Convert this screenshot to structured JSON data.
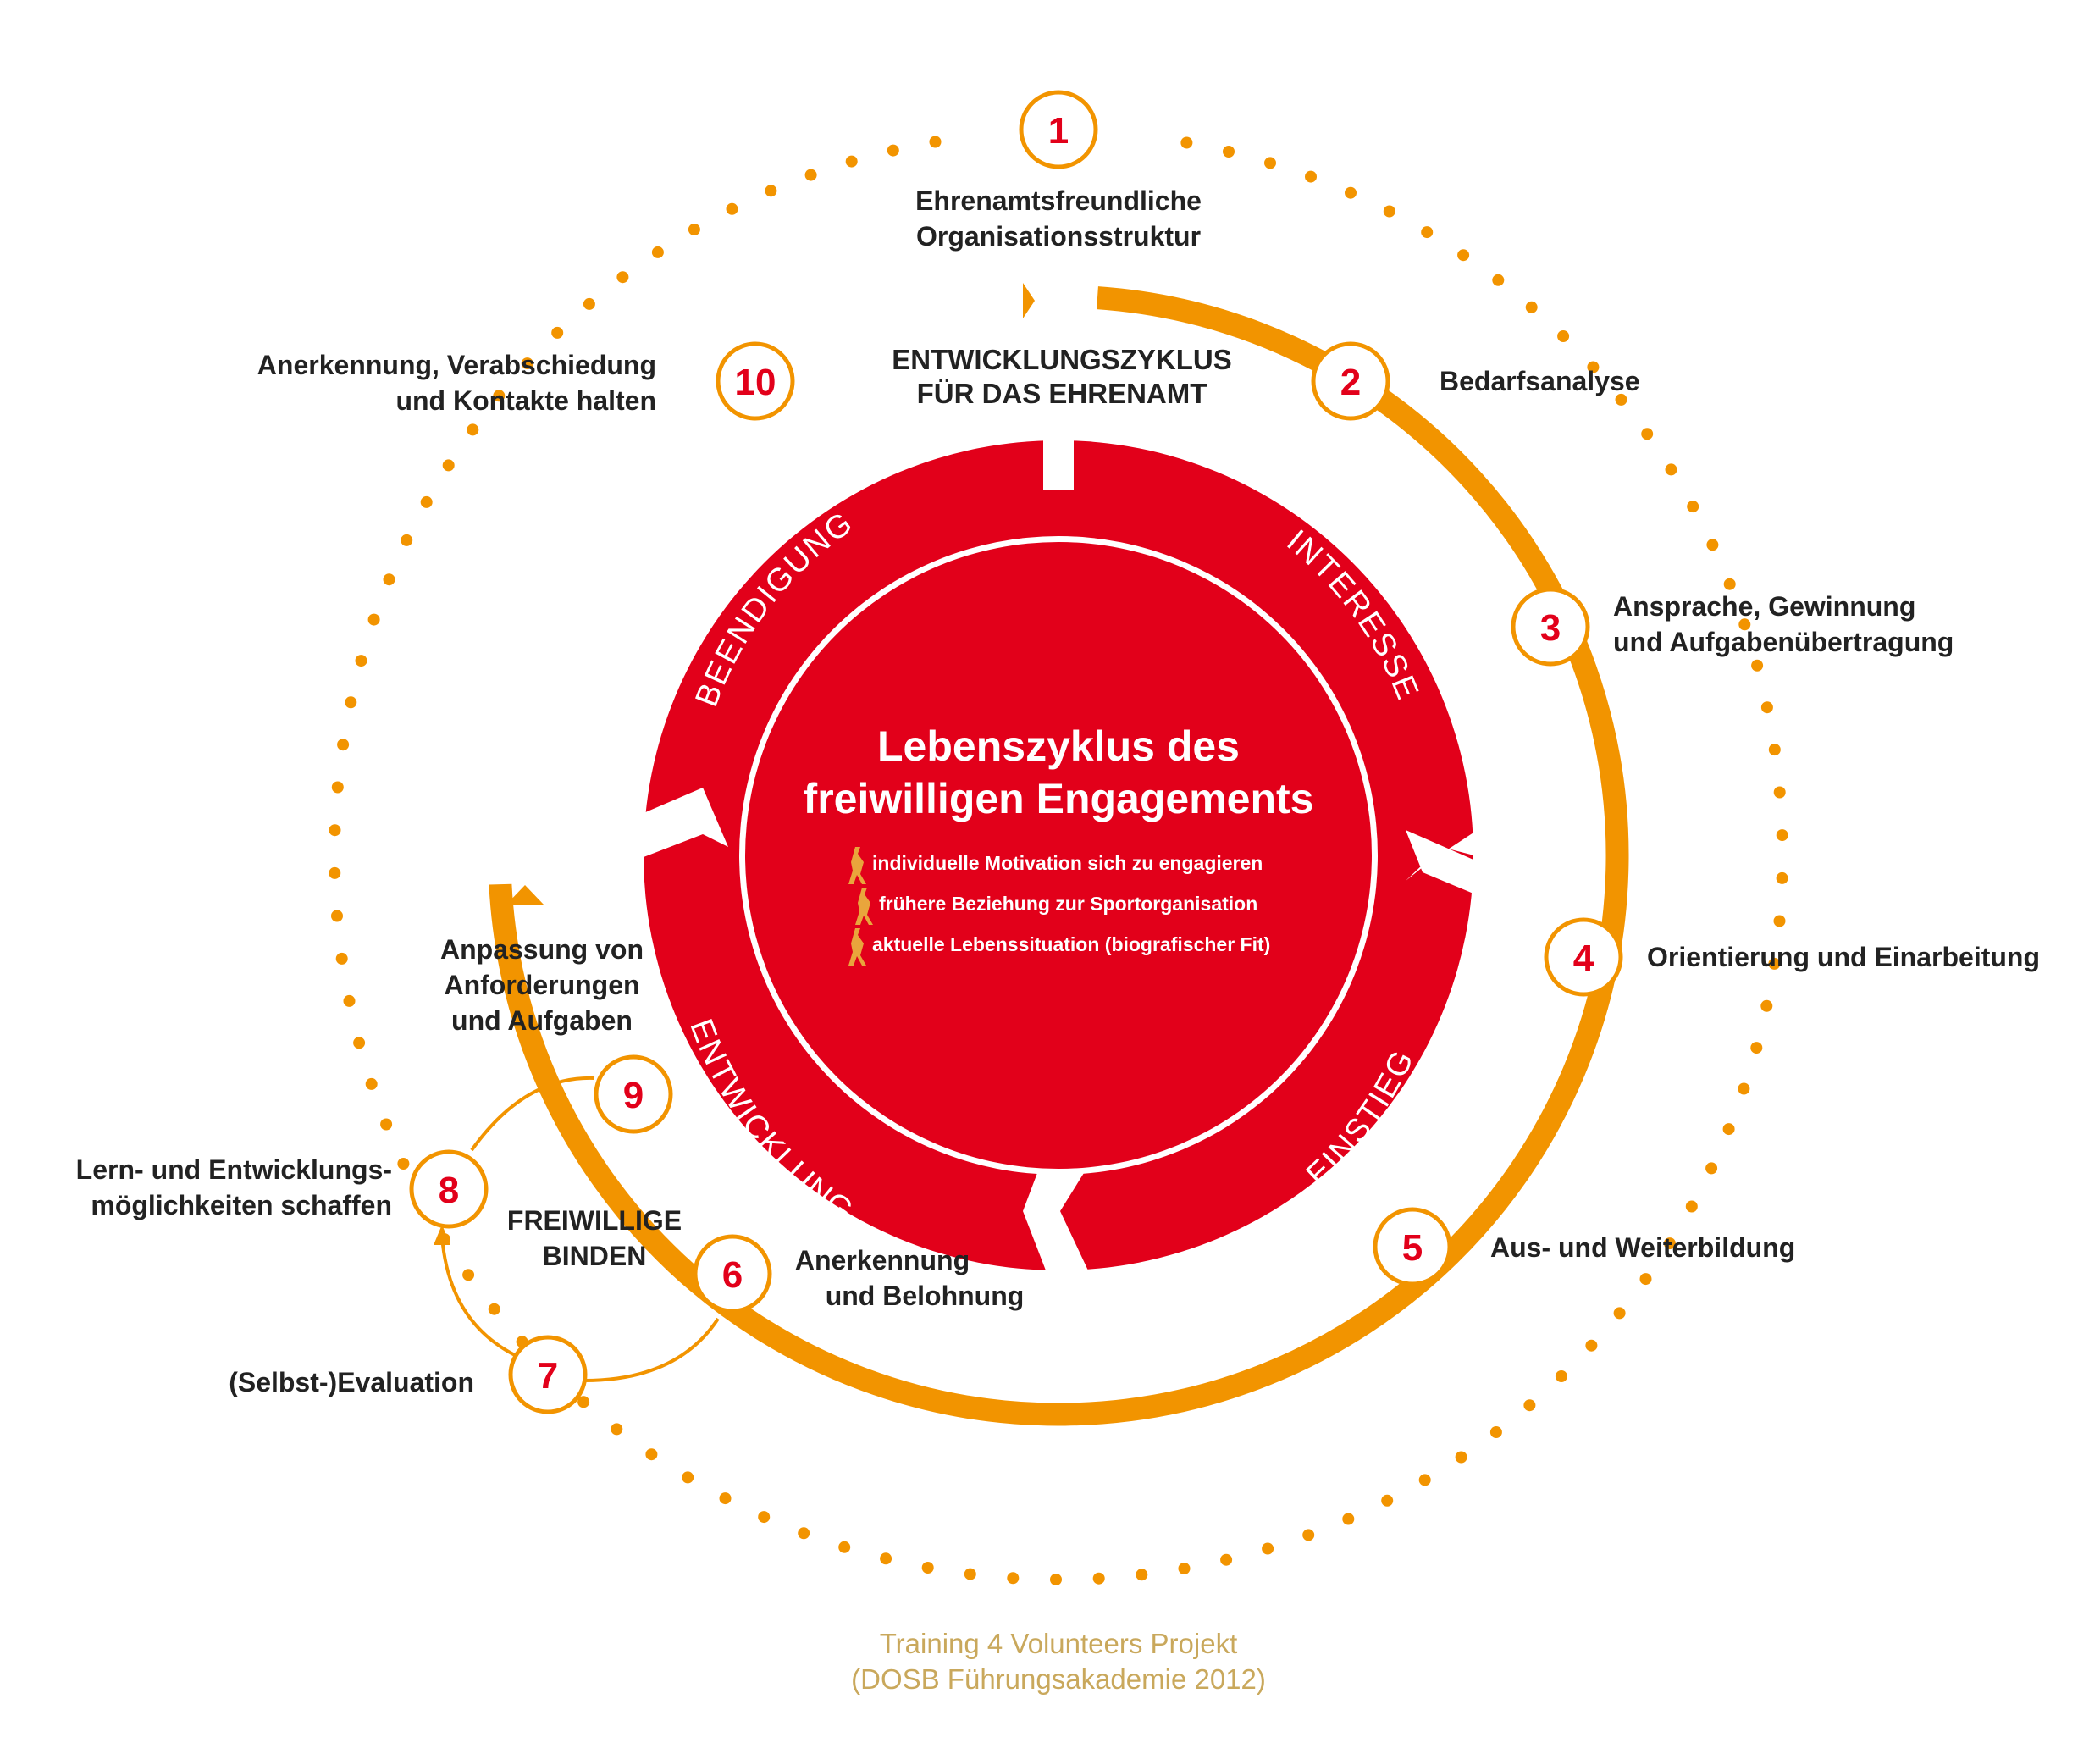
{
  "title": {
    "line1": "Lebenszyklus des",
    "line2": "freiwilligen Engagements"
  },
  "factors": [
    "individuelle Motivation sich zu engagieren",
    "frühere Beziehung zur Sportorganisation",
    "aktuelle Lebenssituation (biografischer Fit)"
  ],
  "phases": [
    "INTERESSE",
    "EINSTIEG",
    "ENTWICKLUNG",
    "BEENDIGUNG"
  ],
  "cycle_heading": {
    "line1": "ENTWICKLUNGSZYKLUS",
    "line2": "FÜR DAS EHRENAMT"
  },
  "bind_group": {
    "line1": "FREIWILLIGE",
    "line2": "BINDEN"
  },
  "adjust_label": [
    "Anpassung von",
    "Anforderungen",
    "und Aufgaben"
  ],
  "steps": [
    {
      "number": "1",
      "lines": [
        "Ehrenamtsfreundliche",
        "Organisationsstruktur"
      ]
    },
    {
      "number": "2",
      "lines": [
        "Bedarfsanalyse"
      ]
    },
    {
      "number": "3",
      "lines": [
        "Ansprache, Gewinnung",
        "und Aufgabenübertragung"
      ]
    },
    {
      "number": "4",
      "lines": [
        "Orientierung und Einarbeitung"
      ]
    },
    {
      "number": "5",
      "lines": [
        "Aus- und Weiterbildung"
      ]
    },
    {
      "number": "6",
      "lines": [
        "Anerkennung",
        "und Belohnung"
      ]
    },
    {
      "number": "7",
      "lines": [
        "(Selbst-)Evaluation"
      ]
    },
    {
      "number": "8",
      "lines": [
        "Lern- und Entwicklungs-",
        "möglichkeiten schaffen"
      ]
    },
    {
      "number": "9",
      "lines": []
    },
    {
      "number": "10",
      "lines": [
        "Anerkennung, Verabschiedung",
        "und Kontakte halten"
      ]
    }
  ],
  "credit": {
    "line1": "Training 4 Volunteers Projekt",
    "line2": "(DOSB Führungsakademie 2012)"
  },
  "colors": {
    "red": "#e2001a",
    "orange": "#f29400",
    "text": "#222222",
    "credit": "#c9a85c",
    "icon": "#e9a53c"
  }
}
